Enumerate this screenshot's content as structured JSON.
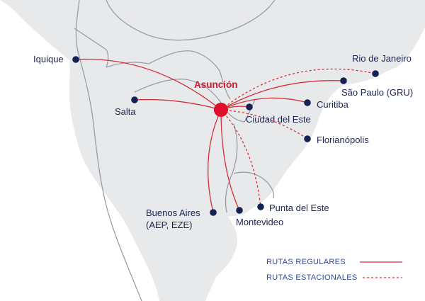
{
  "map": {
    "hub": {
      "name": "Asunción",
      "color": "#e0102a"
    },
    "colors": {
      "land": "#e8e9eb",
      "water": "#ffffff",
      "border": "#9a9ea6",
      "route": "#d2303a",
      "city_dot": "#142152",
      "label": "#1b2554",
      "legend_text": "#2d4a9a"
    },
    "destinations": [
      {
        "id": "iquique",
        "name": "Iquique",
        "route": "regular"
      },
      {
        "id": "salta",
        "name": "Salta",
        "route": "regular"
      },
      {
        "id": "ciudad-del-este",
        "name": "Ciudad del Este",
        "route": "regular"
      },
      {
        "id": "curitiba",
        "name": "Curitiba",
        "route": "regular"
      },
      {
        "id": "sao-paulo",
        "name": "São Paulo (GRU)",
        "route": "regular"
      },
      {
        "id": "rio-de-janeiro",
        "name": "Rio de Janeiro",
        "route": "seasonal"
      },
      {
        "id": "florianopolis",
        "name": "Florianópolis",
        "route": "seasonal"
      },
      {
        "id": "buenos-aires",
        "name": "Buenos Aires",
        "name_line2": "(AEP, EZE)",
        "route": "regular"
      },
      {
        "id": "montevideo",
        "name": "Montevideo",
        "route": "regular"
      },
      {
        "id": "punta-del-este",
        "name": "Punta del Este",
        "route": "seasonal"
      }
    ],
    "legend": {
      "regular": "RUTAS REGULARES",
      "seasonal": "RUTAS ESTACIONALES"
    }
  }
}
